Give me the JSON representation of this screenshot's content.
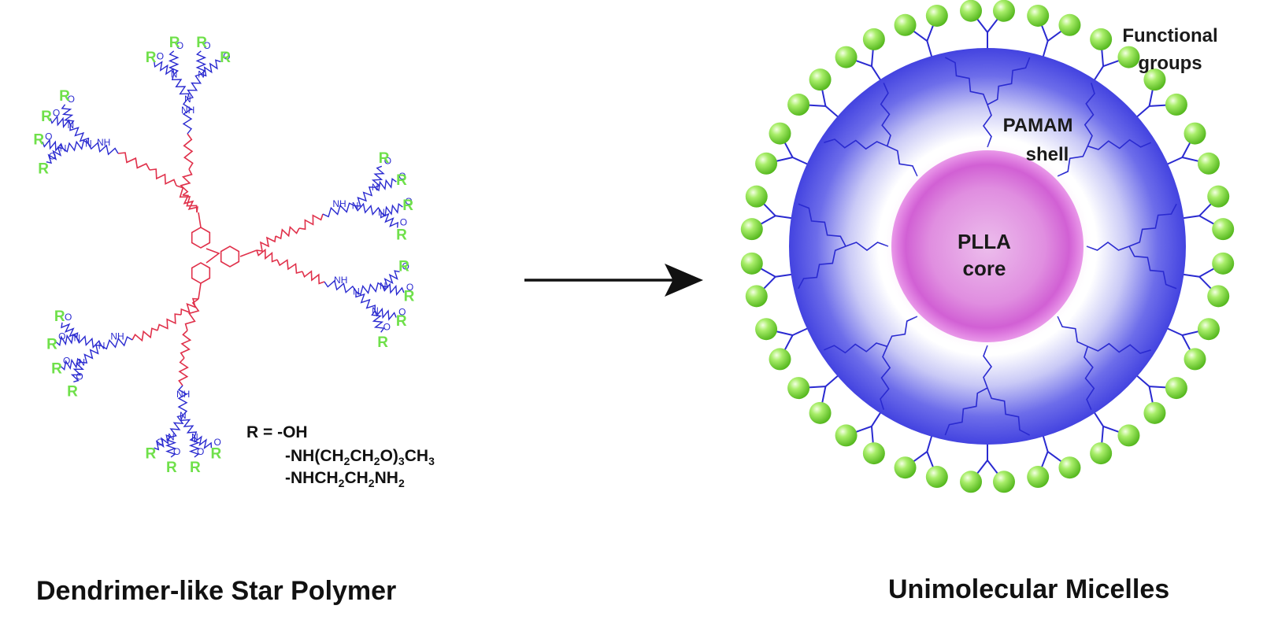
{
  "left_panel": {
    "caption": "Dendrimer-like Star Polymer",
    "r_prefix": "R = ",
    "r_groups": [
      "-OH",
      "-NH(CH2CH2O)3CH3",
      "-NHCH2CH2NH2"
    ],
    "r_groups_display": {
      "g1": "-OH",
      "g2_a": "-NH(CH",
      "g2_s1": "2",
      "g2_b": "CH",
      "g2_s2": "2",
      "g2_c": "O)",
      "g2_s3": "3",
      "g2_d": "CH",
      "g2_s4": "3",
      "g3_a": "-NHCH",
      "g3_s1": "2",
      "g3_b": "CH",
      "g3_s2": "2",
      "g3_c": "NH",
      "g3_s3": "2"
    },
    "atom_labels": {
      "r": "R",
      "n": "N",
      "nh": "NH",
      "hn": "HN",
      "o": "O"
    }
  },
  "right_panel": {
    "caption": "Unimolecular Micelles",
    "core_label": [
      "PLLA",
      "core"
    ],
    "shell_label": [
      "PAMAM",
      "shell"
    ],
    "functional_label": [
      "Functional",
      "groups"
    ]
  },
  "colors": {
    "core_chain": "#e0304a",
    "pamam_chain": "#2a2ad0",
    "r_group": "#6fe04a",
    "shell_blue": "#4a4ae6",
    "core_pink": "#d565d5",
    "bead_green": "#8be64a",
    "arrow": "#111111"
  },
  "icons": {
    "arrow": "right-arrow-icon"
  }
}
